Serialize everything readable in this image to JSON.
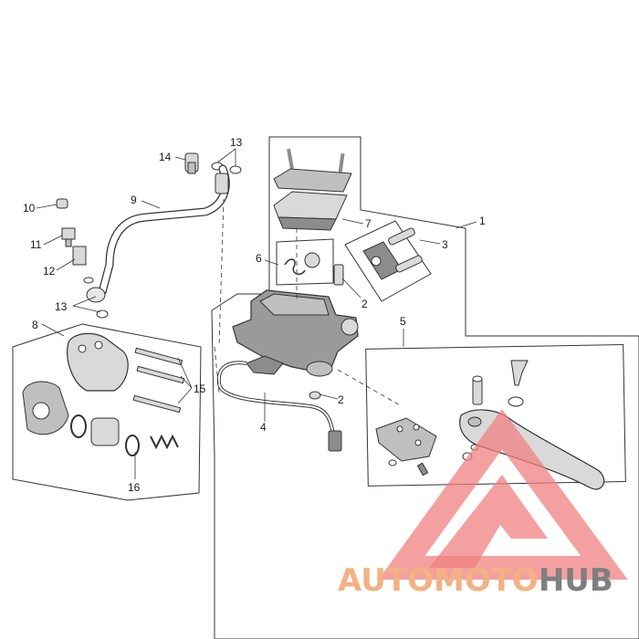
{
  "callouts": {
    "c1": "1",
    "c2a": "2",
    "c2b": "2",
    "c3": "3",
    "c4": "4",
    "c5": "5",
    "c6": "6",
    "c7": "7",
    "c8": "8",
    "c9": "9",
    "c10": "10",
    "c11": "11",
    "c12": "12",
    "c13a": "13",
    "c13b": "13",
    "c14": "14",
    "c15": "15",
    "c16": "16"
  },
  "watermark": {
    "part1": "AUTO",
    "part2": "MOTO",
    "part3": "HUB",
    "triangle_color": "#f08080"
  },
  "colors": {
    "line": "#333333",
    "part_fill": "#d9d9d9",
    "part_dark": "#8c8c8c"
  }
}
